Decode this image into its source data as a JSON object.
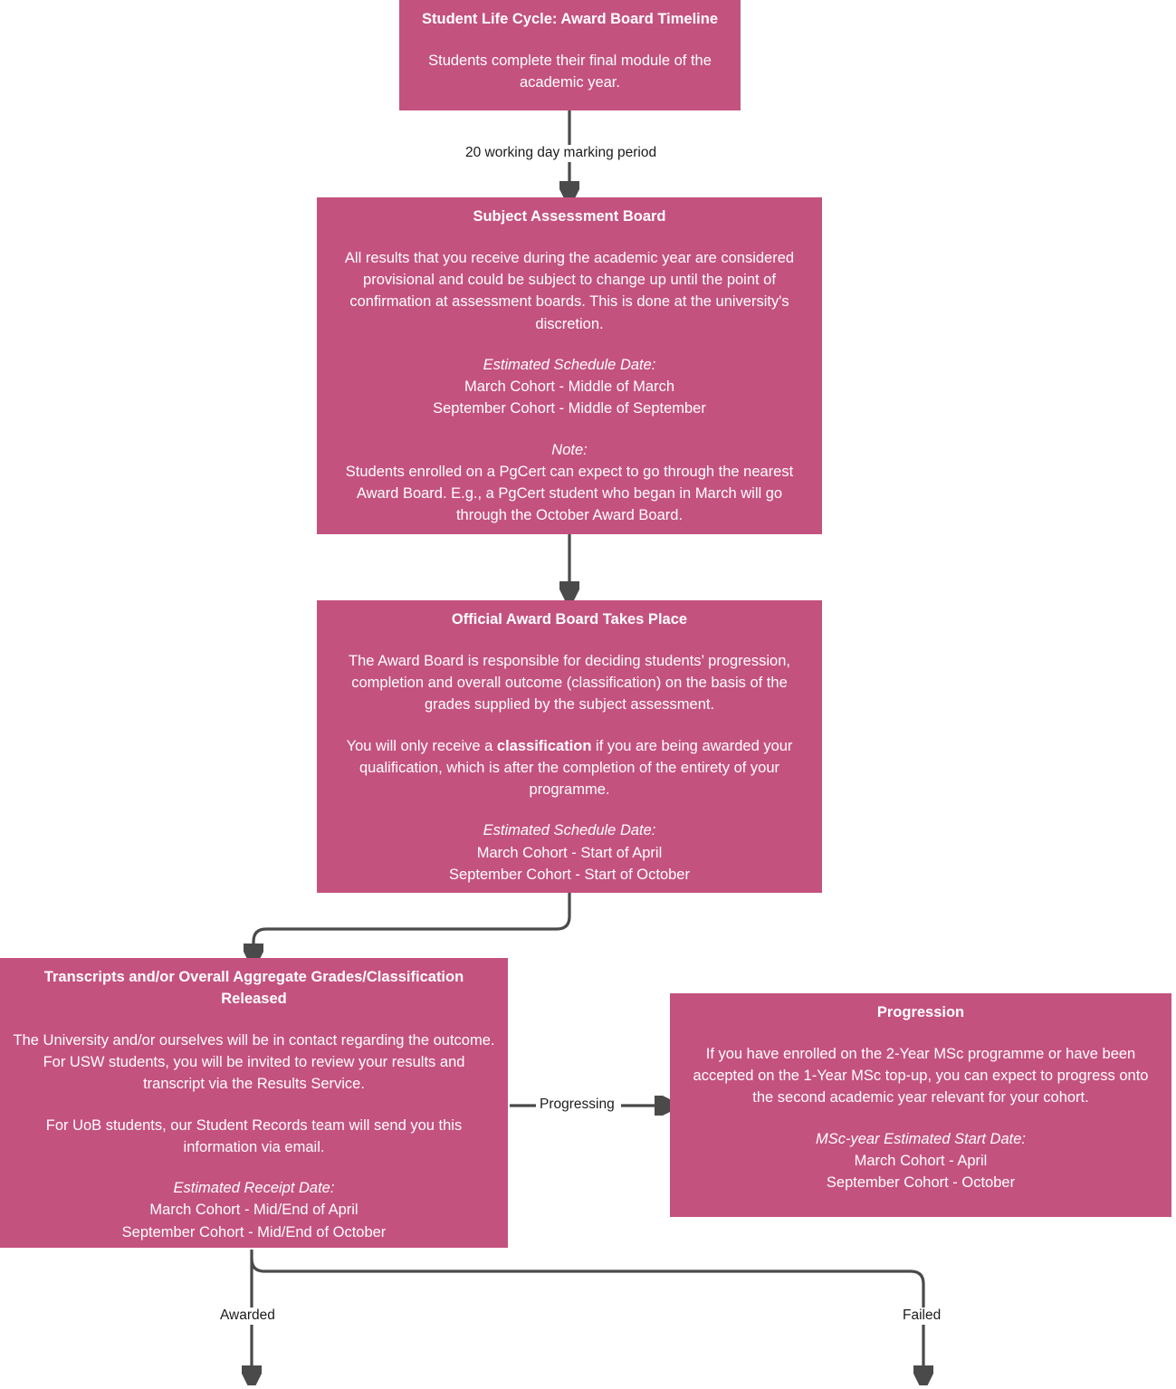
{
  "diagram": {
    "accent_color": "#c4527e",
    "connector_color": "#4a4a4a",
    "text_color": "#ffffff",
    "label_color": "#1b1b1b"
  },
  "nodes": {
    "start": {
      "title": "Student Life Cycle: Award Board Timeline",
      "body": "Students complete their final module of the academic year."
    },
    "subject_assessment_board": {
      "title": "Subject Assessment Board",
      "body": "All results that you receive during the academic year are considered provisional and could be subject to change up until the point of confirmation at assessment boards. This is done at the university's discretion.",
      "schedule_heading": "Estimated Schedule Date:",
      "schedule_line_1": "March Cohort - Middle of March",
      "schedule_line_2": "September Cohort - Middle of September",
      "note_heading": "Note:",
      "note_body": "Students enrolled on a PgCert can expect to go through the nearest Award Board. E.g., a PgCert student who began in March will go through the October Award Board."
    },
    "official_award_board": {
      "title": "Official Award Board Takes Place",
      "body_1": "The Award Board is responsible for deciding students’ progression, completion and overall outcome (classification) on the basis of the grades supplied by the subject assessment.",
      "body_2_pre": "You will only receive a ",
      "body_2_bold": "classification",
      "body_2_post": " if you are being awarded your qualification, which is after the completion of the entirety of your programme.",
      "schedule_heading": "Estimated Schedule Date:",
      "schedule_line_1": "March Cohort - Start of April",
      "schedule_line_2": "September Cohort - Start of October"
    },
    "transcripts_released": {
      "title": "Transcripts and/or Overall Aggregate Grades/Classification Released",
      "body_1": "The University and/or ourselves will be in contact regarding the outcome. For USW students, you will be invited to review your results and transcript via the Results Service.",
      "body_2": "For UoB students, our Student Records team will send you this information via email.",
      "receipt_heading": "Estimated Receipt Date:",
      "receipt_line_1": "March Cohort - Mid/End of April",
      "receipt_line_2": "September Cohort - Mid/End of October"
    },
    "progression": {
      "title": "Progression",
      "body": "If you have enrolled on the 2-Year MSc programme or have been accepted on the 1-Year MSc top-up, you can expect to progress onto the second academic year relevant for your cohort.",
      "start_heading": "MSc-year Estimated Start Date:",
      "start_line_1": "March Cohort - April",
      "start_line_2": "September Cohort - October"
    }
  },
  "edges": {
    "marking_period": "20 working day marking period",
    "progressing": "Progressing",
    "awarded": "Awarded",
    "failed": "Failed"
  }
}
